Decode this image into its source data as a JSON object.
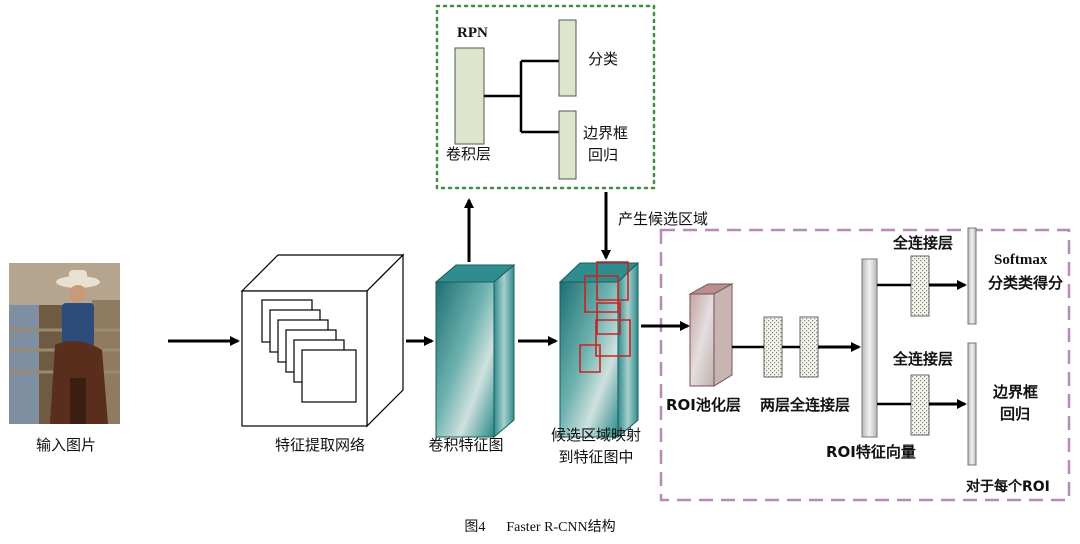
{
  "rpn": {
    "title": "RPN",
    "conv_label": "卷积层",
    "cls_label": "分类",
    "bbox_label_l1": "边界框",
    "bbox_label_l2": "回归"
  },
  "labels": {
    "proposals": "产生候选区域",
    "input_image": "输入图片",
    "feature_net": "特征提取网络",
    "conv_feature_map": "卷积特征图",
    "map_to_feature_l1": "候选区域映射",
    "map_to_feature_l2": "到特征图中",
    "roi_pool": "ROI池化层",
    "two_fc": "两层全连接层",
    "roi_vector": "ROI特征向量",
    "fc_top": "全连接层",
    "fc_bottom": "全连接层",
    "softmax_l1": "Softmax",
    "softmax_l2": "分类类得分",
    "bbox_reg_l1": "边界框",
    "bbox_reg_l2": "回归",
    "per_roi": "对于每个ROI"
  },
  "caption": {
    "fig_no": "图4",
    "title": "Faster R-CNN结构"
  },
  "colors": {
    "rpn_border": "#3f8f3f",
    "roi_border": "#b58ab7",
    "rpn_bar_fill": "#dde6cc",
    "teal": "#2a8a8a",
    "region_box": "#cc2222",
    "arrow": "#000000"
  }
}
